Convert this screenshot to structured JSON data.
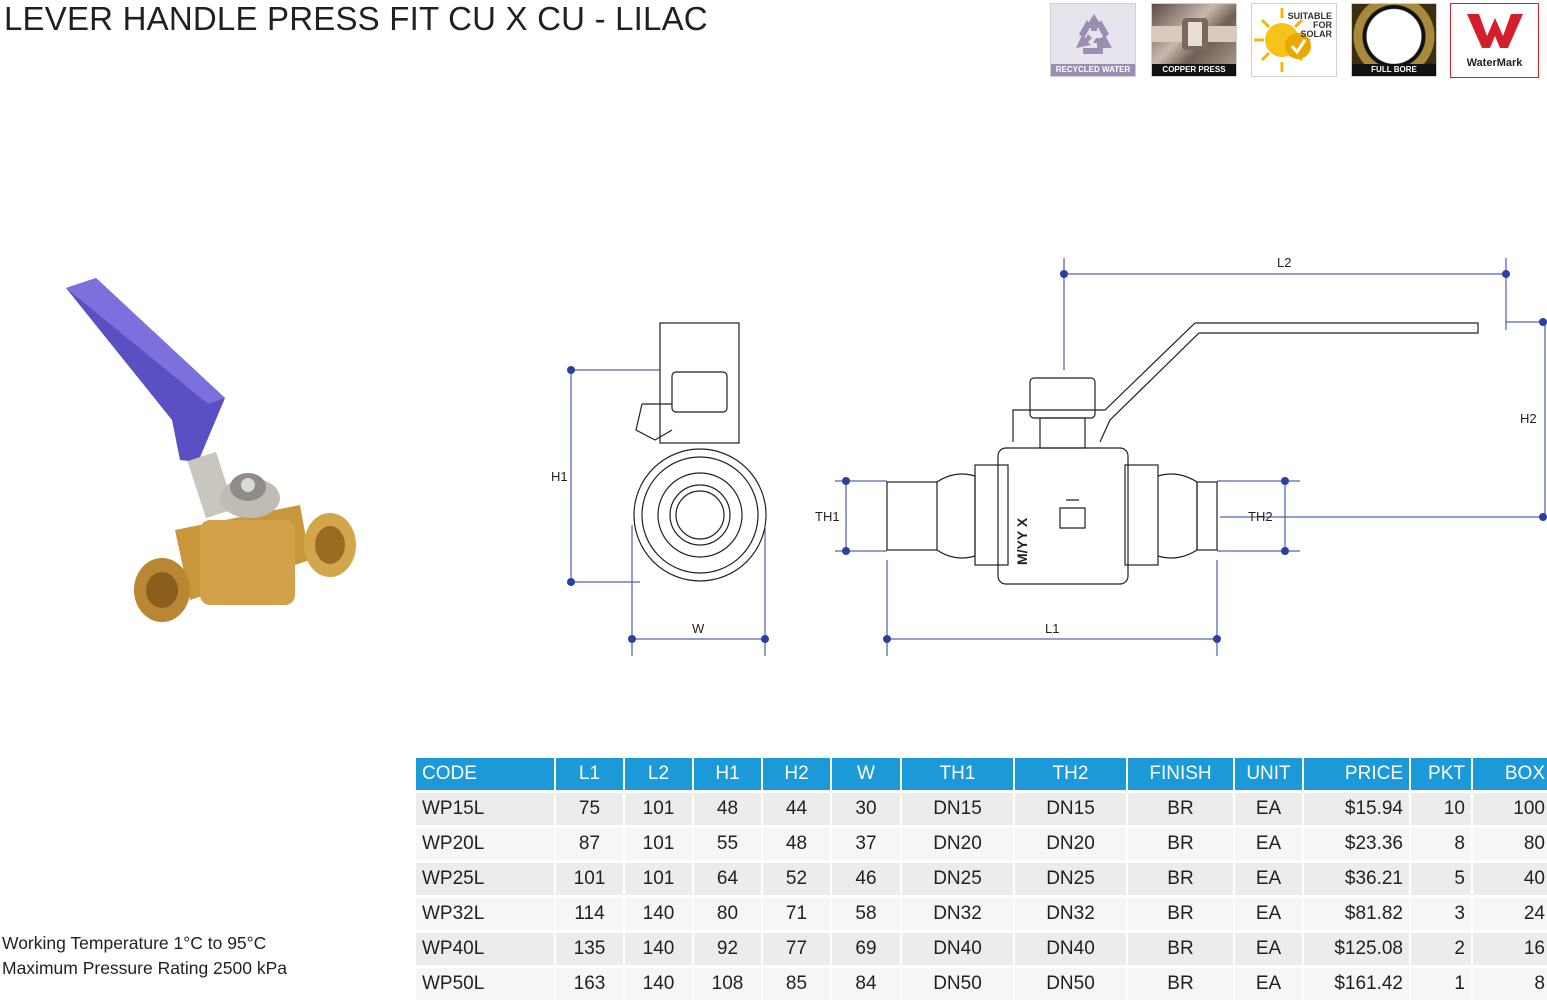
{
  "title": "LEVER HANDLE PRESS FIT CU X CU - LILAC",
  "badges": {
    "recycled": "RECYCLED WATER",
    "copper": "COPPER PRESS",
    "solar_lines": [
      "SUITABLE",
      "FOR",
      "SOLAR"
    ],
    "bore": "FULL BORE",
    "watermark": "WaterMark"
  },
  "colors": {
    "header": "#1b9ad7",
    "lever": "#5b4fc4",
    "brass": "#c8973c",
    "dimension": "#2b3f9e"
  },
  "drawing": {
    "labels": {
      "h1": "H1",
      "w": "W",
      "th1": "TH1",
      "th2": "TH2",
      "l1": "L1",
      "l2": "L2",
      "h2": "H2",
      "body_mark": "M/YY X"
    }
  },
  "table": {
    "headers": [
      "CODE",
      "L1",
      "L2",
      "H1",
      "H2",
      "W",
      "TH1",
      "TH2",
      "FINISH",
      "UNIT",
      "PRICE",
      "PKT",
      "BOX"
    ],
    "rows": [
      [
        "WP15L",
        "75",
        "101",
        "48",
        "44",
        "30",
        "DN15",
        "DN15",
        "BR",
        "EA",
        "$15.94",
        "10",
        "100"
      ],
      [
        "WP20L",
        "87",
        "101",
        "55",
        "48",
        "37",
        "DN20",
        "DN20",
        "BR",
        "EA",
        "$23.36",
        "8",
        "80"
      ],
      [
        "WP25L",
        "101",
        "101",
        "64",
        "52",
        "46",
        "DN25",
        "DN25",
        "BR",
        "EA",
        "$36.21",
        "5",
        "40"
      ],
      [
        "WP32L",
        "114",
        "140",
        "80",
        "71",
        "58",
        "DN32",
        "DN32",
        "BR",
        "EA",
        "$81.82",
        "3",
        "24"
      ],
      [
        "WP40L",
        "135",
        "140",
        "92",
        "77",
        "69",
        "DN40",
        "DN40",
        "BR",
        "EA",
        "$125.08",
        "2",
        "16"
      ],
      [
        "WP50L",
        "163",
        "140",
        "108",
        "85",
        "84",
        "DN50",
        "DN50",
        "BR",
        "EA",
        "$161.42",
        "1",
        "8"
      ]
    ]
  },
  "notes": {
    "temperature": "Working Temperature  1°C to 95°C",
    "pressure": "Maximum Pressure Rating 2500 kPa"
  }
}
